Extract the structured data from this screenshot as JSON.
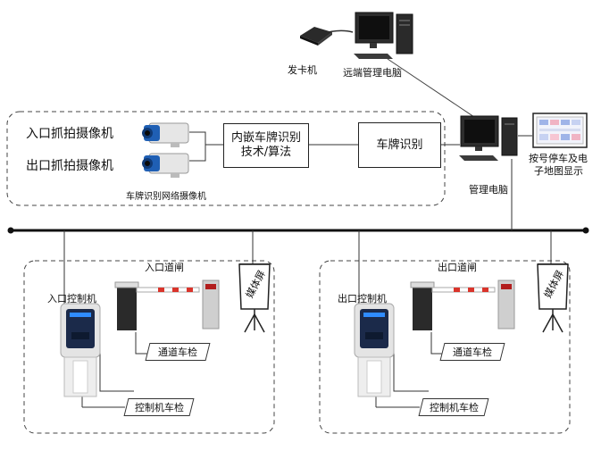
{
  "top": {
    "card_reader_label": "发卡机",
    "remote_pc_label": "远端管理电脑"
  },
  "recognition_area": {
    "entry_camera_label": "入口抓拍摄像机",
    "exit_camera_label": "出口抓拍摄像机",
    "camera_caption": "车牌识别网络摄像机",
    "embedded_box_line1": "内嵌车牌识别",
    "embedded_box_line2": "技术/算法",
    "plate_recognition_box": "车牌识别",
    "mgmt_pc_label": "管理电脑",
    "map_display_line1": "按号停车及电",
    "map_display_line2": "子地图显示"
  },
  "entry_zone": {
    "gate_label": "入口道闸",
    "controller_label": "入口控制机",
    "media_screen_label": "媒体屏",
    "lane_detector_label": "通道车检",
    "controller_detector_label": "控制机车检"
  },
  "exit_zone": {
    "gate_label": "出口道闸",
    "controller_label": "出口控制机",
    "media_screen_label": "媒体屏",
    "lane_detector_label": "通道车检",
    "controller_detector_label": "控制机车检"
  },
  "colors": {
    "camera_blue": "#1f5fb4",
    "barrier_red": "#d9342b",
    "kiosk_screen": "#1b2a4a"
  }
}
